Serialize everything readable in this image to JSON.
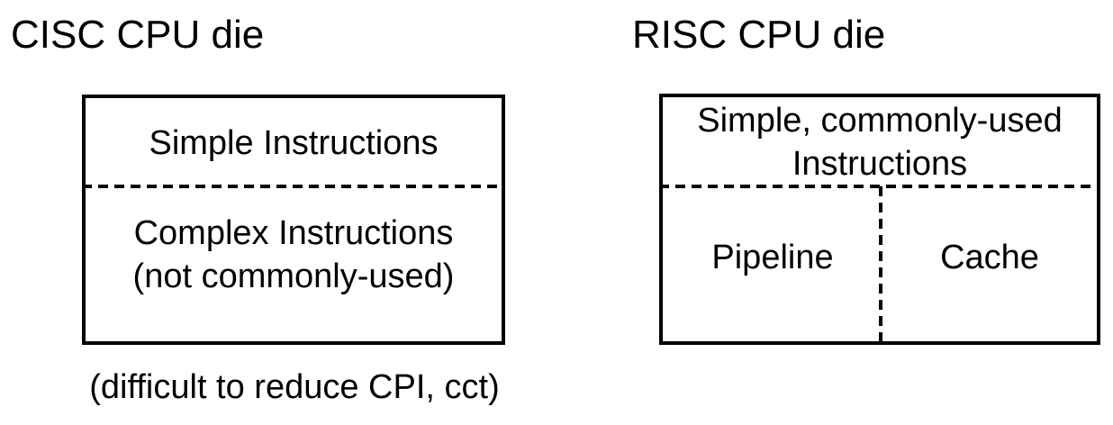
{
  "diagram": {
    "background_color": "#ffffff",
    "stroke_color": "#000000",
    "text_color": "#000000"
  },
  "cisc": {
    "title": "CISC CPU die",
    "upper_region": {
      "label": "Simple Instructions"
    },
    "lower_region": {
      "line1": "Complex Instructions",
      "line2": "(not commonly-used)"
    },
    "caption": "(difficult to reduce CPI, cct)"
  },
  "risc": {
    "title": "RISC CPU die",
    "upper_region": {
      "line1": "Simple, commonly-used",
      "line2": "Instructions"
    },
    "lower_left_region": {
      "label": "Pipeline"
    },
    "lower_right_region": {
      "label": "Cache"
    }
  }
}
